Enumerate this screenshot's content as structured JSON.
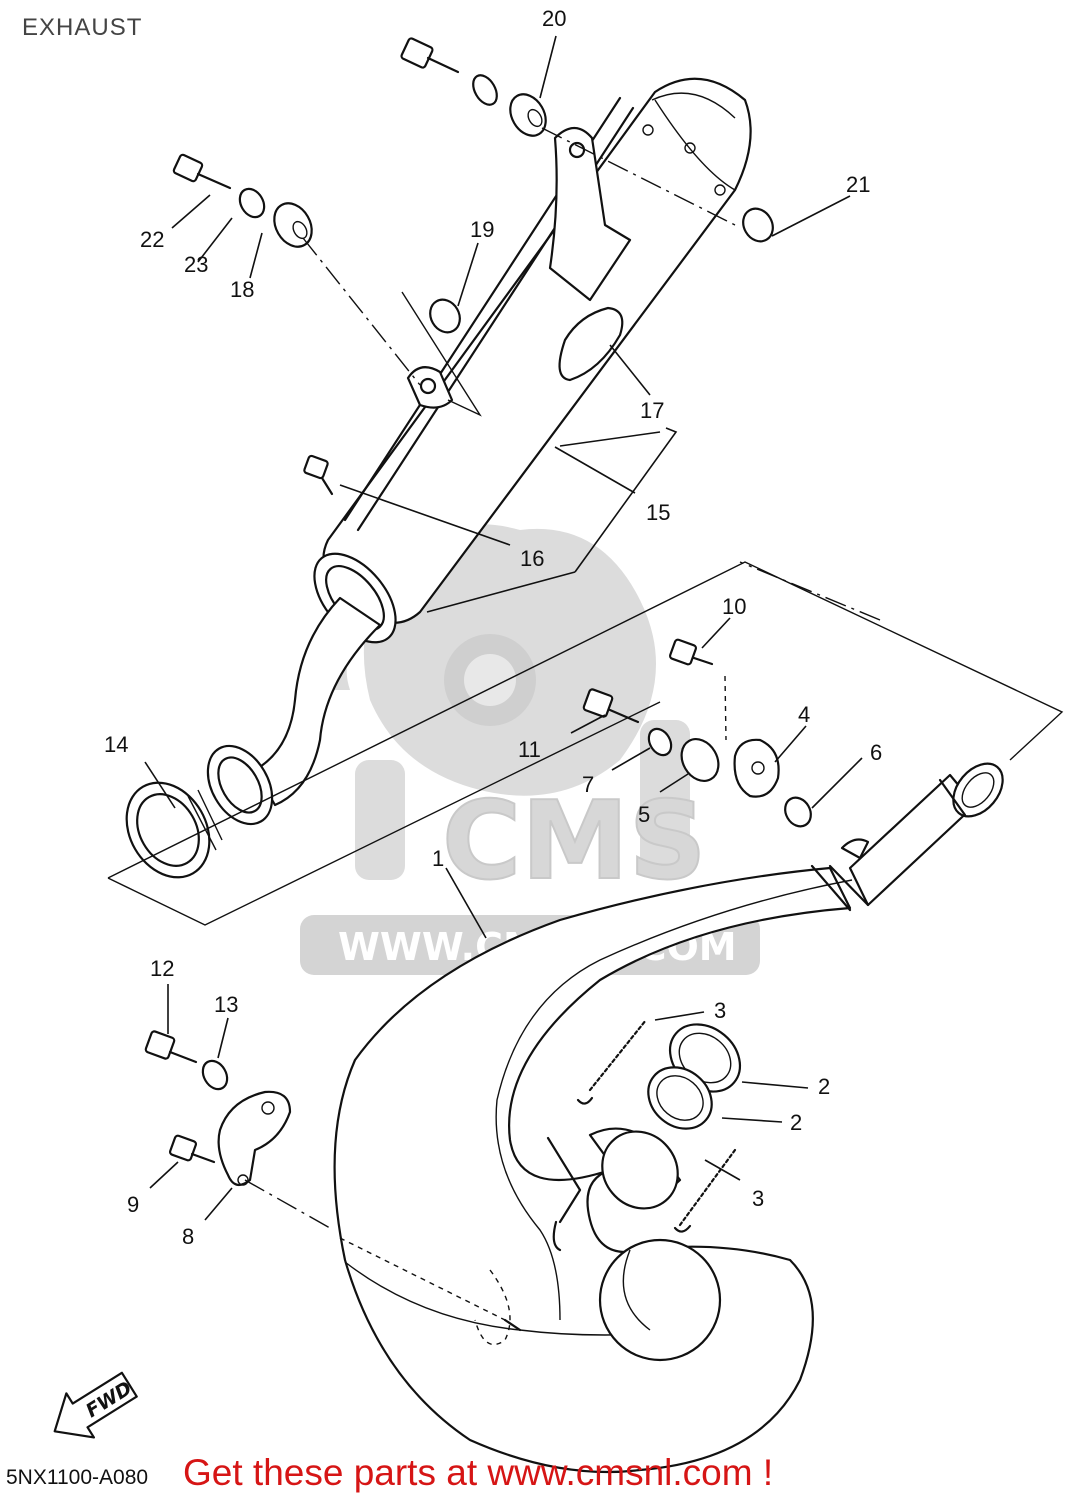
{
  "header": {
    "title": "EXHAUST"
  },
  "diagram": {
    "callouts": [
      {
        "id": "c1",
        "label": "1"
      },
      {
        "id": "c2a",
        "label": "2"
      },
      {
        "id": "c2b",
        "label": "2"
      },
      {
        "id": "c3a",
        "label": "3"
      },
      {
        "id": "c3b",
        "label": "3"
      },
      {
        "id": "c4",
        "label": "4"
      },
      {
        "id": "c5",
        "label": "5"
      },
      {
        "id": "c6",
        "label": "6"
      },
      {
        "id": "c7",
        "label": "7"
      },
      {
        "id": "c8",
        "label": "8"
      },
      {
        "id": "c9",
        "label": "9"
      },
      {
        "id": "c10",
        "label": "10"
      },
      {
        "id": "c11",
        "label": "11"
      },
      {
        "id": "c12",
        "label": "12"
      },
      {
        "id": "c13",
        "label": "13"
      },
      {
        "id": "c14",
        "label": "14"
      },
      {
        "id": "c15",
        "label": "15"
      },
      {
        "id": "c16",
        "label": "16"
      },
      {
        "id": "c17",
        "label": "17"
      },
      {
        "id": "c18",
        "label": "18"
      },
      {
        "id": "c19",
        "label": "19"
      },
      {
        "id": "c20",
        "label": "20"
      },
      {
        "id": "c21",
        "label": "21"
      },
      {
        "id": "c22",
        "label": "22"
      },
      {
        "id": "c23",
        "label": "23"
      }
    ],
    "fwd_label": "FWD"
  },
  "watermark": {
    "brand": "CMS",
    "url": "WWW.CMSNL.COM"
  },
  "footer": {
    "diagram_code": "5NX1100-A080",
    "promo": "Get these parts at www.cmsnl.com !"
  },
  "colors": {
    "promo": "#d61515",
    "watermark": "#d9d9d9",
    "line": "#111111"
  }
}
